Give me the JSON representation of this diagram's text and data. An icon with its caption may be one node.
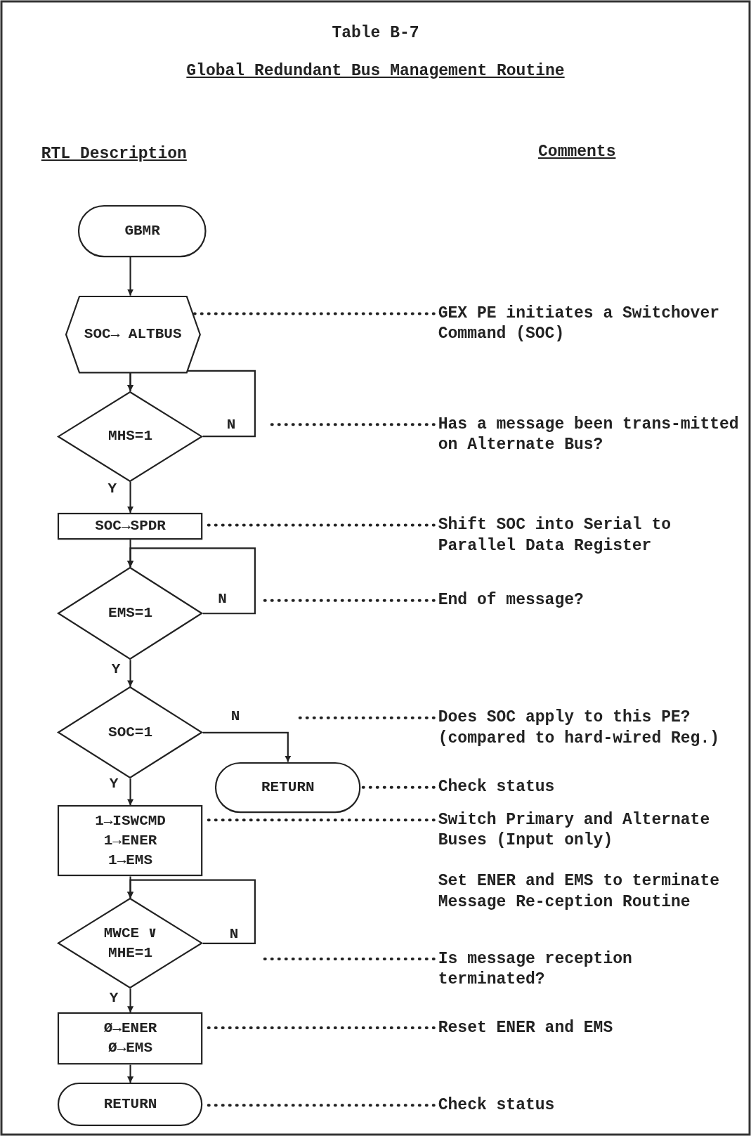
{
  "diagram": {
    "title": "Global Redundant Bus Management Routine",
    "nodes": [
      {
        "text": [
          "GBMR"
        ]
      },
      {
        "text": [
          "SOC→ ALTBUS"
        ]
      },
      {
        "text": [
          "MHS=1"
        ]
      },
      {
        "text": [
          "SOC→SPDR"
        ]
      },
      {
        "text": [
          "EMS=1"
        ]
      },
      {
        "text": [
          "SOC=1"
        ]
      },
      {
        "text": [
          "RETURN"
        ]
      },
      {
        "text": [
          "1→ISWCMD",
          "1→ENER",
          "1→EMS"
        ]
      },
      {
        "text": [
          "MWCE ∨ MHE=1"
        ]
      },
      {
        "text": [
          "Ø→ENER",
          "Ø→EMS"
        ]
      },
      {
        "text": [
          "RETURN"
        ]
      },
      {
        "text": [
          "GEX PE initiates a Switchover Command (SOC)"
        ]
      },
      {
        "text": [
          "Has a message been trans-mitted on Alternate Bus?"
        ]
      },
      {
        "text": [
          "Shift SOC into Serial to Parallel Data Register"
        ]
      },
      {
        "text": [
          "End of message?"
        ]
      },
      {
        "text": [
          "Does SOC apply to this PE? (compared to hard-wired Reg.)"
        ]
      },
      {
        "text": [
          "Check status"
        ]
      },
      {
        "text": [
          "Switch Primary and Alternate Buses (Input only)"
        ]
      },
      {
        "text": [
          "Is message reception terminated?"
        ]
      },
      {
        "text": [
          "Reset ENER and EMS"
        ]
      },
      {
        "text": [
          "Check status"
        ]
      }
    ],
    "edges": [
      {
        "from": 0,
        "to": 1,
        "arrow": "to"
      },
      {
        "from": 1,
        "to": 2,
        "arrow": "to"
      },
      {
        "from": 2,
        "to": 2,
        "arrow": "to",
        "label": "N"
      },
      {
        "from": 2,
        "to": 3,
        "arrow": "to",
        "label": "Y"
      },
      {
        "from": 3,
        "to": 4,
        "arrow": "to"
      },
      {
        "from": 4,
        "to": 4,
        "arrow": "to",
        "label": "N"
      },
      {
        "from": 4,
        "to": 5,
        "arrow": "to",
        "label": "Y"
      },
      {
        "from": 5,
        "to": 6,
        "arrow": "to",
        "label": "N"
      },
      {
        "from": 5,
        "to": 7,
        "arrow": "to",
        "label": "Y"
      },
      {
        "from": 7,
        "to": 8,
        "arrow": "to"
      },
      {
        "from": 8,
        "to": 8,
        "arrow": "to",
        "label": "N"
      },
      {
        "from": 8,
        "to": 9,
        "arrow": "to",
        "label": "Y"
      },
      {
        "from": 9,
        "to": 10,
        "arrow": "to"
      },
      {
        "from": 11,
        "to": 1,
        "arrow": "none",
        "style": "dashed"
      },
      {
        "from": 12,
        "to": null,
        "arrow": "none",
        "style": "dashed"
      },
      {
        "from": 13,
        "to": 3,
        "arrow": "none",
        "style": "dashed"
      },
      {
        "from": 14,
        "to": null,
        "arrow": "none",
        "style": "dashed"
      },
      {
        "from": 15,
        "to": null,
        "arrow": "none",
        "style": "dashed"
      },
      {
        "from": 16,
        "to": 6,
        "arrow": "none",
        "style": "dashed"
      },
      {
        "from": 17,
        "to": 7,
        "arrow": "none",
        "style": "dashed"
      },
      {
        "from": 18,
        "to": null,
        "arrow": "none",
        "style": "dashed"
      },
      {
        "from": 19,
        "to": 9,
        "arrow": "none",
        "style": "dashed"
      },
      {
        "from": 20,
        "to": 10,
        "arrow": "none",
        "style": "dashed"
      }
    ],
    "labels": [
      "Table B-7",
      "RTL Description",
      "Comments",
      "Set ENER and EMS to terminate Message Re-ception Routine"
    ]
  }
}
